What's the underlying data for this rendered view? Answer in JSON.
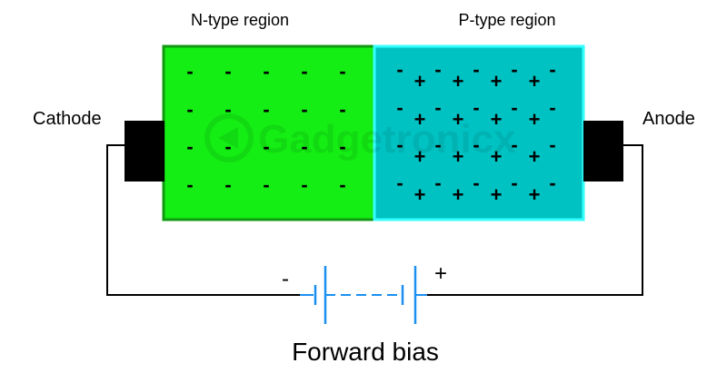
{
  "diagram": {
    "n_region_label": "N-type region",
    "p_region_label": "P-type region",
    "cathode_label": "Cathode",
    "anode_label": "Anode",
    "battery_negative": "-",
    "battery_positive": "+",
    "title": "Forward bias",
    "watermark": "Gadgetronicx",
    "colors": {
      "n_region_fill": "#14ee14",
      "n_region_border": "#119911",
      "p_region_fill": "#00c2c2",
      "p_region_border": "#33ffff",
      "terminal": "#000000",
      "wire": "#000000",
      "battery": "#1a8ff0"
    },
    "n_region_charge": "-",
    "p_region_minority_charge": "-",
    "p_region_majority_charge": "+",
    "n_region_charge_rows": 4,
    "n_region_charge_cols": 5,
    "p_region_charge_rows": 4,
    "p_region_minus_cols": 5,
    "p_region_plus_cols": 4
  }
}
